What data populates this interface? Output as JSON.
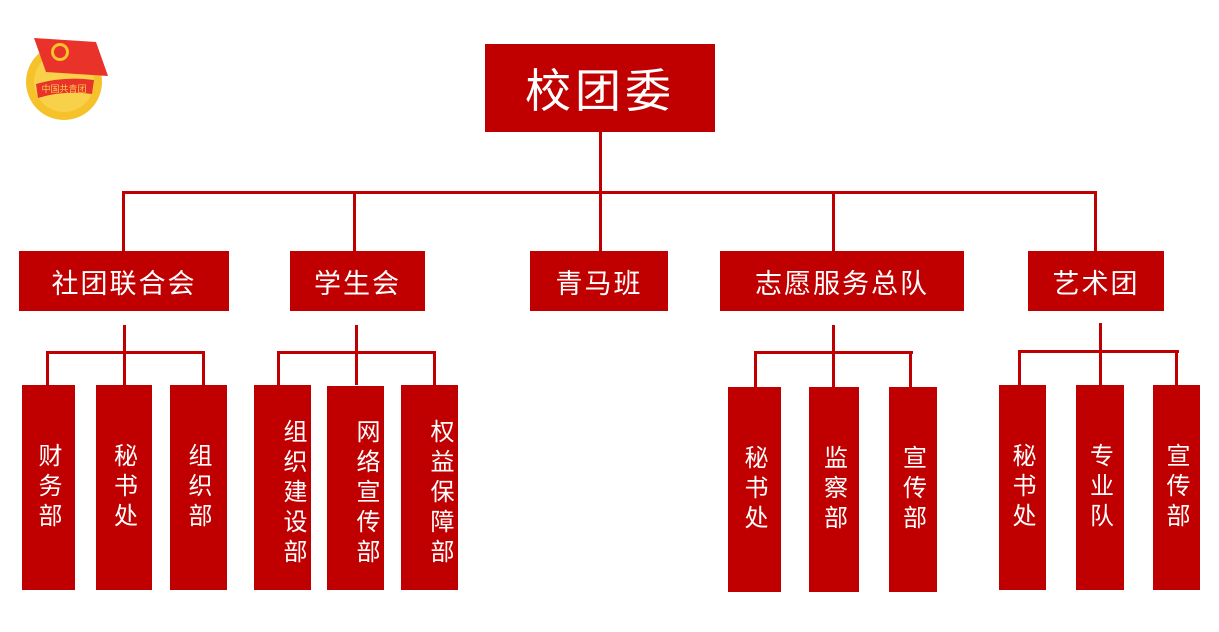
{
  "logo": {
    "text": "中国共青团",
    "icon": "communist-youth-league-emblem"
  },
  "root": "校团委",
  "branches": [
    {
      "label": "社团联合会",
      "children": [
        "财务部",
        "秘书处",
        "组织部"
      ]
    },
    {
      "label": "学生会",
      "children": [
        "组织建设部",
        "网络宣传部",
        "权益保障部"
      ]
    },
    {
      "label": "青马班",
      "children": []
    },
    {
      "label": "志愿服务总队",
      "children": [
        "秘书处",
        "监察部",
        "宣传部"
      ]
    },
    {
      "label": "艺术团",
      "children": [
        "秘书处",
        "专业队",
        "宣传部"
      ]
    }
  ],
  "colors": {
    "accent": "#c00000",
    "text": "#ffffff"
  }
}
